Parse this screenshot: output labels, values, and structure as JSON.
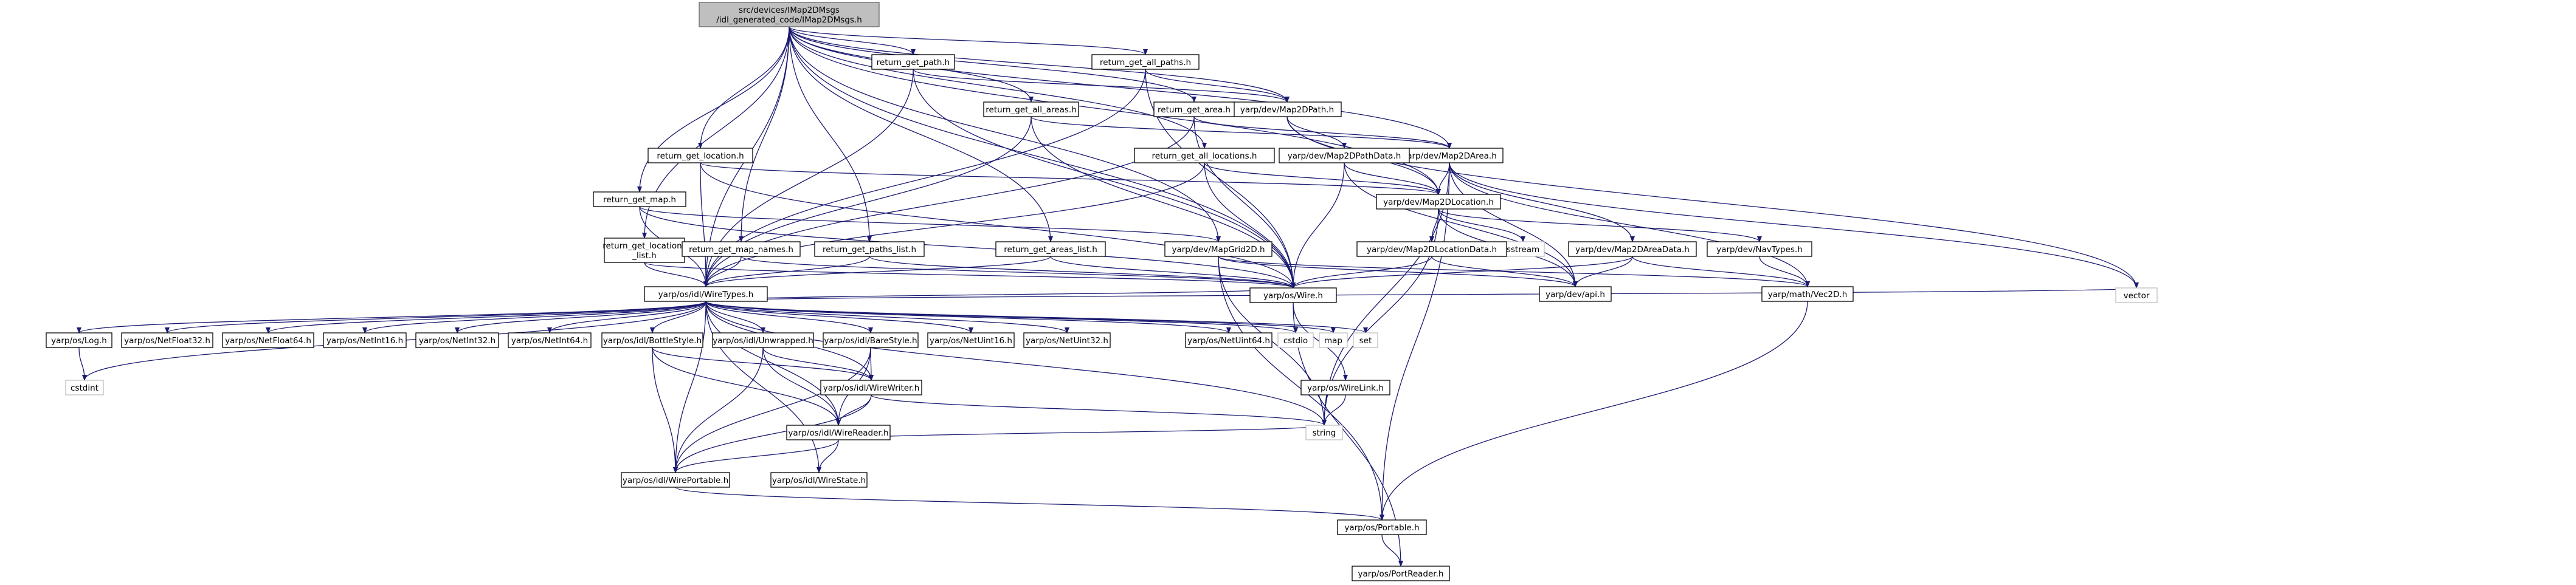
{
  "colors": {
    "edge": "#191970",
    "node_border": "#bfbfbf",
    "node_border_link": "#000000",
    "root_fill": "#bfbfbf",
    "node_fill": "#ffffff",
    "text": "#000000",
    "text_red": "#ff0000",
    "text_gray": "#666666"
  },
  "nodes": [
    {
      "id": "root",
      "lines": [
        "src/devices/IMap2DMsgs",
        "/idl_generated_code/IMap2DMsgs.h"
      ],
      "style": "root"
    },
    {
      "id": "ret_get_path",
      "lines": [
        "return_get_path.h"
      ],
      "style": "link"
    },
    {
      "id": "ret_get_all_paths",
      "lines": [
        "return_get_all_paths.h"
      ],
      "style": "link"
    },
    {
      "id": "map2dpath",
      "lines": [
        "yarp/dev/Map2DPath.h"
      ],
      "style": "link"
    },
    {
      "id": "ret_get_all_areas",
      "lines": [
        "return_get_all_areas.h"
      ],
      "style": "link"
    },
    {
      "id": "ret_get_area",
      "lines": [
        "return_get_area.h"
      ],
      "style": "link"
    },
    {
      "id": "map2darea",
      "lines": [
        "yarp/dev/Map2DArea.h"
      ],
      "style": "link"
    },
    {
      "id": "map2dpathdata",
      "lines": [
        "yarp/dev/Map2DPathData.h"
      ],
      "style": "link"
    },
    {
      "id": "ret_get_location",
      "lines": [
        "return_get_location.h"
      ],
      "style": "link"
    },
    {
      "id": "ret_get_all_locations",
      "lines": [
        "return_get_all_locations.h"
      ],
      "style": "link"
    },
    {
      "id": "map2dlocation",
      "lines": [
        "yarp/dev/Map2DLocation.h"
      ],
      "style": "link"
    },
    {
      "id": "ret_get_map",
      "lines": [
        "return_get_map.h"
      ],
      "style": "link"
    },
    {
      "id": "sstream",
      "lines": [
        "sstream"
      ],
      "style": "gray"
    },
    {
      "id": "map2dareadata",
      "lines": [
        "yarp/dev/Map2DAreaData.h"
      ],
      "style": "link"
    },
    {
      "id": "navtypes",
      "lines": [
        "yarp/dev/NavTypes.h"
      ],
      "style": "link"
    },
    {
      "id": "ret_get_locations_list",
      "lines": [
        "return_get_locations",
        "_list.h"
      ],
      "style": "link"
    },
    {
      "id": "ret_get_map_names",
      "lines": [
        "return_get_map_names.h"
      ],
      "style": "link"
    },
    {
      "id": "ret_get_paths_list",
      "lines": [
        "return_get_paths_list.h"
      ],
      "style": "link"
    },
    {
      "id": "ret_get_areas_list",
      "lines": [
        "return_get_areas_list.h"
      ],
      "style": "link"
    },
    {
      "id": "mapgrid2d",
      "lines": [
        "yarp/dev/MapGrid2D.h"
      ],
      "style": "red"
    },
    {
      "id": "map2dlocationdata",
      "lines": [
        "yarp/dev/Map2DLocationData.h"
      ],
      "style": "link"
    },
    {
      "id": "vec2d",
      "lines": [
        "yarp/math/Vec2D.h"
      ],
      "style": "red"
    },
    {
      "id": "api",
      "lines": [
        "yarp/dev/api.h"
      ],
      "style": "red"
    },
    {
      "id": "wiretypes",
      "lines": [
        "yarp/os/idl/WireTypes.h"
      ],
      "style": "link"
    },
    {
      "id": "wire",
      "lines": [
        "yarp/os/Wire.h"
      ],
      "style": "link"
    },
    {
      "id": "vector",
      "lines": [
        "vector"
      ],
      "style": "gray"
    },
    {
      "id": "log",
      "lines": [
        "yarp/os/Log.h"
      ],
      "style": "red"
    },
    {
      "id": "netfloat32",
      "lines": [
        "yarp/os/NetFloat32.h"
      ],
      "style": "red"
    },
    {
      "id": "netfloat64",
      "lines": [
        "yarp/os/NetFloat64.h"
      ],
      "style": "red"
    },
    {
      "id": "netint16",
      "lines": [
        "yarp/os/NetInt16.h"
      ],
      "style": "red"
    },
    {
      "id": "netint32",
      "lines": [
        "yarp/os/NetInt32.h"
      ],
      "style": "red"
    },
    {
      "id": "netint64",
      "lines": [
        "yarp/os/NetInt64.h"
      ],
      "style": "red"
    },
    {
      "id": "bottlestyle",
      "lines": [
        "yarp/os/idl/BottleStyle.h"
      ],
      "style": "link"
    },
    {
      "id": "unwrapped",
      "lines": [
        "yarp/os/idl/Unwrapped.h"
      ],
      "style": "link"
    },
    {
      "id": "barestyle",
      "lines": [
        "yarp/os/idl/BareStyle.h"
      ],
      "style": "link"
    },
    {
      "id": "netuint16",
      "lines": [
        "yarp/os/NetUint16.h"
      ],
      "style": "red"
    },
    {
      "id": "netuint32",
      "lines": [
        "yarp/os/NetUint32.h"
      ],
      "style": "red"
    },
    {
      "id": "netuint64",
      "lines": [
        "yarp/os/NetUint64.h"
      ],
      "style": "red"
    },
    {
      "id": "cstdio",
      "lines": [
        "cstdio"
      ],
      "style": "gray"
    },
    {
      "id": "map",
      "lines": [
        "map"
      ],
      "style": "gray"
    },
    {
      "id": "set",
      "lines": [
        "set"
      ],
      "style": "gray"
    },
    {
      "id": "cstdint",
      "lines": [
        "cstdint"
      ],
      "style": "gray"
    },
    {
      "id": "wirewriter",
      "lines": [
        "yarp/os/idl/WireWriter.h"
      ],
      "style": "red"
    },
    {
      "id": "wirelink",
      "lines": [
        "yarp/os/WireLink.h"
      ],
      "style": "red"
    },
    {
      "id": "wirereader",
      "lines": [
        "yarp/os/idl/WireReader.h"
      ],
      "style": "red"
    },
    {
      "id": "string",
      "lines": [
        "string"
      ],
      "style": "gray"
    },
    {
      "id": "wireportable",
      "lines": [
        "yarp/os/idl/WirePortable.h"
      ],
      "style": "link"
    },
    {
      "id": "wirestate",
      "lines": [
        "yarp/os/idl/WireState.h"
      ],
      "style": "red"
    },
    {
      "id": "portable",
      "lines": [
        "yarp/os/Portable.h"
      ],
      "style": "red"
    },
    {
      "id": "portreader",
      "lines": [
        "yarp/os/PortReader.h"
      ],
      "style": "red"
    }
  ],
  "edges": [
    [
      "root",
      "ret_get_path"
    ],
    [
      "root",
      "ret_get_all_paths"
    ],
    [
      "root",
      "map2dpath"
    ],
    [
      "root",
      "ret_get_all_areas"
    ],
    [
      "root",
      "ret_get_area"
    ],
    [
      "root",
      "map2darea"
    ],
    [
      "root",
      "ret_get_location"
    ],
    [
      "root",
      "ret_get_all_locations"
    ],
    [
      "root",
      "map2dlocation"
    ],
    [
      "root",
      "ret_get_map"
    ],
    [
      "root",
      "ret_get_locations_list"
    ],
    [
      "root",
      "ret_get_map_names"
    ],
    [
      "root",
      "ret_get_paths_list"
    ],
    [
      "root",
      "ret_get_areas_list"
    ],
    [
      "root",
      "mapgrid2d"
    ],
    [
      "root",
      "wiretypes"
    ],
    [
      "root",
      "wire"
    ],
    [
      "ret_get_path",
      "wiretypes"
    ],
    [
      "ret_get_path",
      "wire"
    ],
    [
      "ret_get_path",
      "map2dpath"
    ],
    [
      "ret_get_all_paths",
      "wiretypes"
    ],
    [
      "ret_get_all_paths",
      "wire"
    ],
    [
      "ret_get_all_paths",
      "map2dpath"
    ],
    [
      "map2dpath",
      "map2dlocation"
    ],
    [
      "map2dpath",
      "map2dpathdata"
    ],
    [
      "map2dpath",
      "vector"
    ],
    [
      "ret_get_all_areas",
      "wiretypes"
    ],
    [
      "ret_get_all_areas",
      "wire"
    ],
    [
      "ret_get_all_areas",
      "map2darea"
    ],
    [
      "ret_get_area",
      "wiretypes"
    ],
    [
      "ret_get_area",
      "wire"
    ],
    [
      "ret_get_area",
      "map2darea"
    ],
    [
      "map2darea",
      "map2dlocation"
    ],
    [
      "map2darea",
      "map2dareadata"
    ],
    [
      "map2darea",
      "vector"
    ],
    [
      "map2darea",
      "vec2d"
    ],
    [
      "map2darea",
      "api"
    ],
    [
      "map2darea",
      "string"
    ],
    [
      "map2darea",
      "portable"
    ],
    [
      "map2dpathdata",
      "map2dlocation"
    ],
    [
      "map2dpathdata",
      "wire"
    ],
    [
      "map2dpathdata",
      "api"
    ],
    [
      "ret_get_location",
      "wiretypes"
    ],
    [
      "ret_get_location",
      "wire"
    ],
    [
      "ret_get_location",
      "map2dlocation"
    ],
    [
      "ret_get_all_locations",
      "wiretypes"
    ],
    [
      "ret_get_all_locations",
      "wire"
    ],
    [
      "ret_get_all_locations",
      "map2dlocation"
    ],
    [
      "map2dlocation",
      "sstream"
    ],
    [
      "map2dlocation",
      "navtypes"
    ],
    [
      "map2dlocation",
      "map2dlocationdata"
    ],
    [
      "map2dlocation",
      "api"
    ],
    [
      "map2dlocation",
      "string"
    ],
    [
      "ret_get_map",
      "wiretypes"
    ],
    [
      "ret_get_map",
      "wire"
    ],
    [
      "ret_get_map",
      "mapgrid2d"
    ],
    [
      "map2dareadata",
      "vec2d"
    ],
    [
      "map2dareadata",
      "wire"
    ],
    [
      "map2dareadata",
      "api"
    ],
    [
      "navtypes",
      "vec2d"
    ],
    [
      "ret_get_locations_list",
      "wiretypes"
    ],
    [
      "ret_get_locations_list",
      "wire"
    ],
    [
      "ret_get_map_names",
      "wiretypes"
    ],
    [
      "ret_get_map_names",
      "wire"
    ],
    [
      "ret_get_paths_list",
      "wiretypes"
    ],
    [
      "ret_get_paths_list",
      "wire"
    ],
    [
      "ret_get_areas_list",
      "wiretypes"
    ],
    [
      "ret_get_areas_list",
      "wire"
    ],
    [
      "mapgrid2d",
      "api"
    ],
    [
      "mapgrid2d",
      "vec2d"
    ],
    [
      "mapgrid2d",
      "string"
    ],
    [
      "mapgrid2d",
      "portable"
    ],
    [
      "map2dlocationdata",
      "wire"
    ],
    [
      "map2dlocationdata",
      "api"
    ],
    [
      "vec2d",
      "portable"
    ],
    [
      "wiretypes",
      "wire"
    ],
    [
      "wiretypes",
      "vector"
    ],
    [
      "wiretypes",
      "log"
    ],
    [
      "wiretypes",
      "netfloat32"
    ],
    [
      "wiretypes",
      "netfloat64"
    ],
    [
      "wiretypes",
      "netint16"
    ],
    [
      "wiretypes",
      "netint32"
    ],
    [
      "wiretypes",
      "netint64"
    ],
    [
      "wiretypes",
      "bottlestyle"
    ],
    [
      "wiretypes",
      "unwrapped"
    ],
    [
      "wiretypes",
      "barestyle"
    ],
    [
      "wiretypes",
      "netuint16"
    ],
    [
      "wiretypes",
      "netuint32"
    ],
    [
      "wiretypes",
      "netuint64"
    ],
    [
      "wiretypes",
      "cstdio"
    ],
    [
      "wiretypes",
      "map"
    ],
    [
      "wiretypes",
      "set"
    ],
    [
      "wiretypes",
      "string"
    ],
    [
      "wiretypes",
      "cstdint"
    ],
    [
      "wiretypes",
      "wirewriter"
    ],
    [
      "wiretypes",
      "wirereader"
    ],
    [
      "wiretypes",
      "wireportable"
    ],
    [
      "wiretypes",
      "wirestate"
    ],
    [
      "wire",
      "wirelink"
    ],
    [
      "wire",
      "portreader"
    ],
    [
      "log",
      "cstdint"
    ],
    [
      "bottlestyle",
      "wirewriter"
    ],
    [
      "bottlestyle",
      "wirereader"
    ],
    [
      "bottlestyle",
      "wireportable"
    ],
    [
      "unwrapped",
      "wirewriter"
    ],
    [
      "unwrapped",
      "wirereader"
    ],
    [
      "unwrapped",
      "wireportable"
    ],
    [
      "barestyle",
      "wirewriter"
    ],
    [
      "barestyle",
      "wirereader"
    ],
    [
      "barestyle",
      "wireportable"
    ],
    [
      "wirewriter",
      "wireportable"
    ],
    [
      "wirewriter",
      "wirereader"
    ],
    [
      "wirewriter",
      "string"
    ],
    [
      "wirelink",
      "string"
    ],
    [
      "wirereader",
      "wireportable"
    ],
    [
      "wirereader",
      "wirestate"
    ],
    [
      "wirereader",
      "string"
    ],
    [
      "wireportable",
      "portable"
    ],
    [
      "portable",
      "portreader"
    ]
  ]
}
